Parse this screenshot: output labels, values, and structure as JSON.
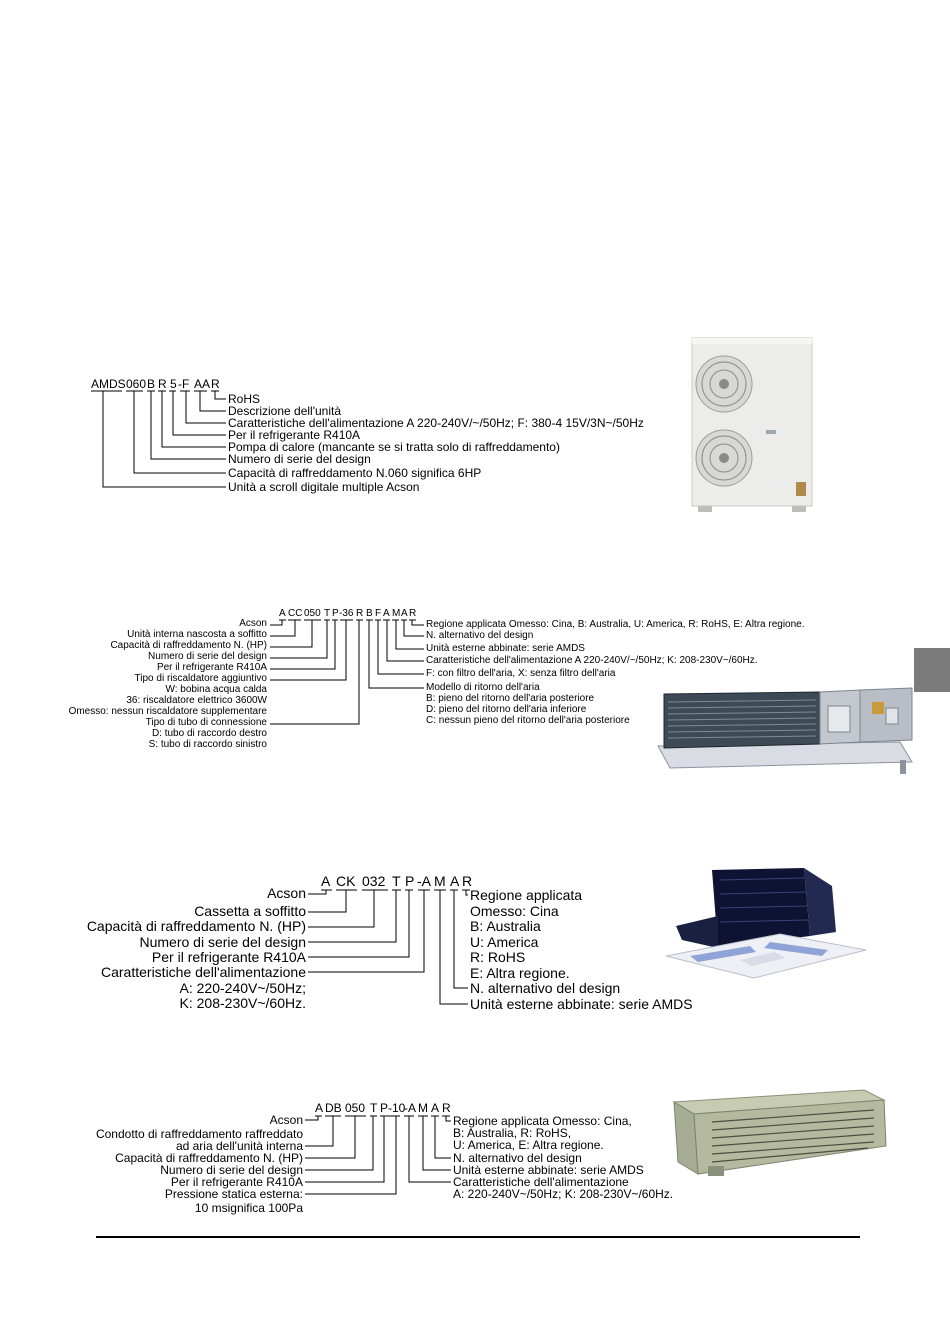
{
  "section1": {
    "code": [
      "AMDS",
      "060",
      "B",
      "R",
      "5",
      "-F",
      "AA",
      "R"
    ],
    "labels": [
      "RoHS",
      "Descrizione dell'unità",
      "Caratteristiche dell'alimentazione A 220-240V/~/50Hz; F: 380-4 15V/3N~/50Hz",
      "Per il refrigerante R410A",
      "Pompa di calore (mancante se si tratta solo di raffreddamento)",
      "Numero di serie del design",
      "Capacità di raffreddamento N.060 significa 6HP",
      "Unità a scroll digitale multiple Acson"
    ]
  },
  "section2": {
    "code": [
      "A",
      "CC",
      "050",
      "T",
      "P",
      "-36",
      "R",
      "B",
      "F",
      "A",
      "M",
      "A",
      "R"
    ],
    "left_labels": [
      "Acson",
      "Unità interna nascosta a soffitto",
      "Capacità di raffreddamento N. (HP)",
      "Numero di serie del design",
      "Per il refrigerante R410A",
      "Tipo di riscaldatore aggiuntivo",
      "W: bobina acqua calda",
      "36: riscaldatore elettrico 3600W",
      "Omesso: nessun riscaldatore supplementare",
      "Tipo di tubo di connessione",
      "D: tubo di raccordo destro",
      "S: tubo di raccordo sinistro"
    ],
    "right_labels": [
      "Regione applicata Omesso: Cina, B: Australia, U: America, R: RoHS, E: Altra regione.",
      "N. alternativo del design",
      "Unità esterne abbinate: serie AMDS",
      "Caratteristiche dell'alimentazione A 220-240V/~/50Hz; K: 208-230V~/60Hz.",
      "F: con filtro dell'aria, X: senza filtro dell'aria",
      "Modello di ritorno dell'aria",
      "B: pieno del ritorno dell'aria posteriore",
      "D: pieno del ritorno dell'aria inferiore",
      "C: nessun pieno del ritorno dell'aria posteriore"
    ]
  },
  "section3": {
    "code": [
      "A",
      "CK",
      "032",
      "T",
      "P",
      "-A",
      "M",
      "A",
      "R"
    ],
    "left_labels": [
      "Acson",
      "Cassetta a soffitto",
      "Capacità di raffreddamento N. (HP)",
      "Numero di serie del design",
      "Per il refrigerante R410A",
      "Caratteristiche dell'alimentazione",
      "A: 220-240V~/50Hz;",
      "K: 208-230V~/60Hz."
    ],
    "right_labels": [
      "Regione applicata",
      "Omesso: Cina",
      "B: Australia",
      "U: America",
      "R: RoHS",
      "E: Altra regione.",
      "N. alternativo del design",
      "Unità esterne abbinate: serie AMDS"
    ]
  },
  "section4": {
    "code": [
      "A",
      "DB",
      "050",
      "T",
      "P-10",
      "-A",
      "M",
      "A",
      "R"
    ],
    "left_labels": [
      "Acson",
      "Condotto di raffreddamento raffreddato",
      "ad aria dell'unità interna",
      "Capacità di raffreddamento N. (HP)",
      "Numero di serie del design",
      "Per il refrigerante R410A",
      "Pressione statica esterna:",
      "10 msignifica 100Pa"
    ],
    "right_labels": [
      "Regione applicata Omesso: Cina,",
      "B: Australia, R: RoHS,",
      "U: America, E: Altra regione.",
      "N. alternativo del design",
      "Unità esterne abbinate: serie AMDS",
      "Caratteristiche dell'alimentazione",
      "A: 220-240V~/50Hz; K: 208-230V~/60Hz."
    ]
  },
  "icons": [
    "outdoor-unit-photo",
    "ducted-unit-photo",
    "cassette-unit-photo",
    "duct-unit-photo"
  ]
}
